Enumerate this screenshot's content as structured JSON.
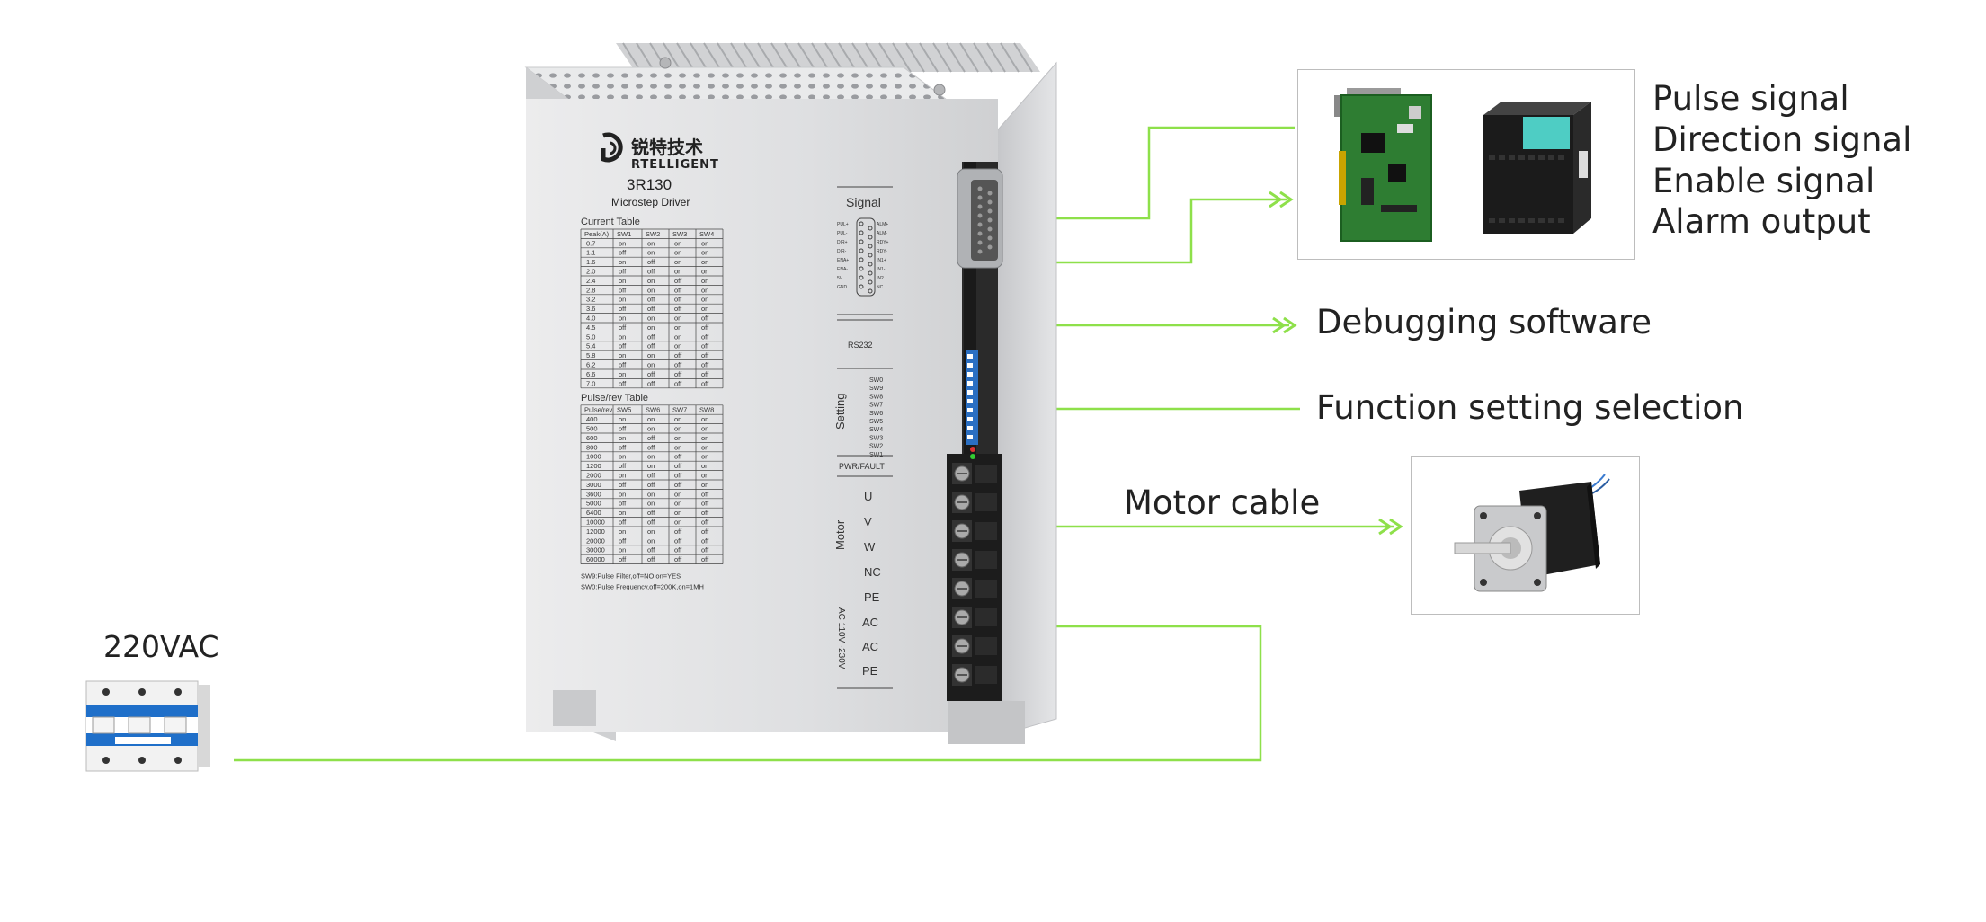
{
  "driver": {
    "brand_cn": "锐特技术",
    "brand_en": "RTELLIGENT",
    "model": "3R130",
    "subtitle": "Microstep Driver",
    "current_table": {
      "title": "Current Table",
      "headers": [
        "Peak(A)",
        "SW1",
        "SW2",
        "SW3",
        "SW4"
      ],
      "rows": [
        [
          "0.7",
          "on",
          "on",
          "on",
          "on"
        ],
        [
          "1.1",
          "off",
          "on",
          "on",
          "on"
        ],
        [
          "1.6",
          "on",
          "off",
          "on",
          "on"
        ],
        [
          "2.0",
          "off",
          "off",
          "on",
          "on"
        ],
        [
          "2.4",
          "on",
          "on",
          "off",
          "on"
        ],
        [
          "2.8",
          "off",
          "on",
          "off",
          "on"
        ],
        [
          "3.2",
          "on",
          "off",
          "off",
          "on"
        ],
        [
          "3.6",
          "off",
          "off",
          "off",
          "on"
        ],
        [
          "4.0",
          "on",
          "on",
          "on",
          "off"
        ],
        [
          "4.5",
          "off",
          "on",
          "on",
          "off"
        ],
        [
          "5.0",
          "on",
          "off",
          "on",
          "off"
        ],
        [
          "5.4",
          "off",
          "off",
          "on",
          "off"
        ],
        [
          "5.8",
          "on",
          "on",
          "off",
          "off"
        ],
        [
          "6.2",
          "off",
          "on",
          "off",
          "off"
        ],
        [
          "6.6",
          "on",
          "off",
          "off",
          "off"
        ],
        [
          "7.0",
          "off",
          "off",
          "off",
          "off"
        ]
      ]
    },
    "pulse_table": {
      "title": "Pulse/rev Table",
      "headers": [
        "Pulse/rev",
        "SW5",
        "SW6",
        "SW7",
        "SW8"
      ],
      "rows": [
        [
          "400",
          "on",
          "on",
          "on",
          "on"
        ],
        [
          "500",
          "off",
          "on",
          "on",
          "on"
        ],
        [
          "600",
          "on",
          "off",
          "on",
          "on"
        ],
        [
          "800",
          "off",
          "off",
          "on",
          "on"
        ],
        [
          "1000",
          "on",
          "on",
          "off",
          "on"
        ],
        [
          "1200",
          "off",
          "on",
          "off",
          "on"
        ],
        [
          "2000",
          "on",
          "off",
          "off",
          "on"
        ],
        [
          "3000",
          "off",
          "off",
          "off",
          "on"
        ],
        [
          "3600",
          "on",
          "on",
          "on",
          "off"
        ],
        [
          "5000",
          "off",
          "on",
          "on",
          "off"
        ],
        [
          "6400",
          "on",
          "off",
          "on",
          "off"
        ],
        [
          "10000",
          "off",
          "off",
          "on",
          "off"
        ],
        [
          "12000",
          "on",
          "on",
          "off",
          "off"
        ],
        [
          "20000",
          "off",
          "on",
          "off",
          "off"
        ],
        [
          "30000",
          "on",
          "off",
          "off",
          "off"
        ],
        [
          "60000",
          "off",
          "off",
          "off",
          "off"
        ]
      ]
    },
    "notes": [
      "SW9:Pulse Filter,off=NO,on=YES",
      "SW0:Pulse Frequency,off=200K,on=1MH"
    ],
    "panel": {
      "signal": "Signal",
      "signal_pins_left": [
        "PUL+",
        "PUL-",
        "DIR+",
        "DIR-",
        "ENA+",
        "ENA-",
        "5V",
        "GND"
      ],
      "signal_pins_right": [
        "ALM+",
        "ALM-",
        "RDY+",
        "RDY-",
        "IN1+",
        "IN1-",
        "IN2",
        "NC"
      ],
      "rs232": "RS232",
      "setting": "Setting",
      "switches": [
        "SW0",
        "SW9",
        "SW8",
        "SW7",
        "SW6",
        "SW5",
        "SW4",
        "SW3",
        "SW2",
        "SW1"
      ],
      "pwr_fault": "PWR/FAULT",
      "motor": "Motor",
      "motor_terms": [
        "U",
        "V",
        "W",
        "NC",
        "PE"
      ],
      "ac_label": "AC 110V~230V",
      "ac_terms": [
        "AC",
        "AC",
        "PE"
      ]
    }
  },
  "labels": {
    "pulse_signal": "Pulse signal",
    "direction_signal": "Direction signal",
    "enable_signal": "Enable signal",
    "alarm_output": "Alarm output",
    "debugging_software": "Debugging software",
    "function_setting": "Function setting selection",
    "motor_cable": "Motor cable",
    "power": "220VAC"
  },
  "colors": {
    "wire": "#8ee04a",
    "driver_body": "#d9dadc",
    "breaker_blue": "#1f6fc9",
    "pcb_green": "#2e7d32",
    "plc_black": "#1b1b1b"
  }
}
